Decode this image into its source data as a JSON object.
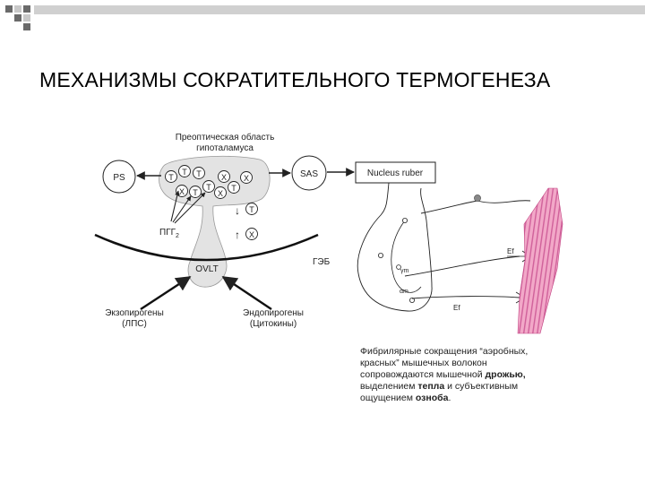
{
  "slide": {
    "title": "МЕХАНИЗМЫ СОКРАТИТЕЛЬНОГО ТЕРМОГЕНЕЗА"
  },
  "diagram": {
    "hypothalamus_label_line1": "Преоптическая область",
    "hypothalamus_label_line2": "гипоталамуса",
    "ps_label": "PS",
    "sas_label": "SAS",
    "nucleus_label": "Nucleus ruber",
    "pgg_label": "ПГГ",
    "pgg_subscript": "2",
    "geb_label": "ГЭБ",
    "ovlt_label": "OVLT",
    "exo_line1": "Экзопирогены",
    "exo_line2": "(ЛПС)",
    "endo_line1": "Эндопирогены",
    "endo_line2": "(Цитокины)",
    "neuron_t": "T",
    "neuron_x": "X",
    "arrow_down": "↓",
    "arrow_up": "↑",
    "nerve_labels": [
      "Ef",
      "αm",
      "γm",
      "Ef"
    ]
  },
  "description": {
    "line1": "Фибрилярные сокращения “аэробных,",
    "line2": "красных” мышечных волокон",
    "line3_a": "сопровождаются мышечной ",
    "line3_b": "дрожью,",
    "line4_a": "выделением ",
    "line4_b": "тепла",
    "line4_c": " и субъективным",
    "line5_a": "ощущением ",
    "line5_b": "озноба",
    "line5_c": "."
  },
  "colors": {
    "deco_dark": "#6a6a6a",
    "deco_light": "#c8c8c8",
    "muscle_pink": "#f2a8c8",
    "muscle_stripe": "#d0609a",
    "hypothalamus_fill": "#e3e3e3"
  }
}
